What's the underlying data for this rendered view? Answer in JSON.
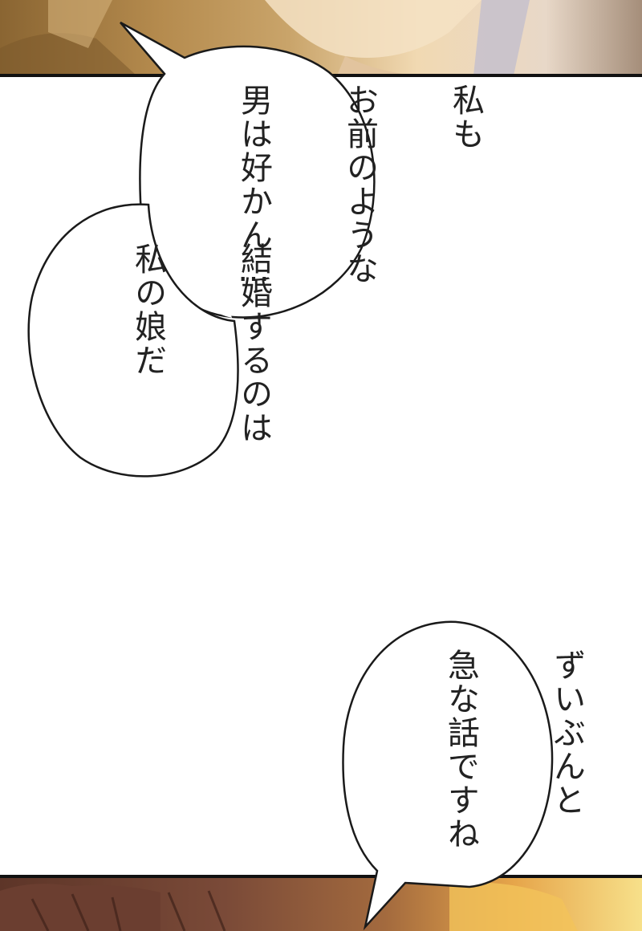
{
  "colors": {
    "panel_border": "#111111",
    "bubble_fill": "#ffffff",
    "bubble_stroke": "#1a1a1a",
    "text": "#222222",
    "top_panel_bg": "#b58b4e",
    "bottom_panel_bg": "#7a4a38",
    "bottom_panel_glow": "#f2b84a"
  },
  "bubbles": {
    "top": {
      "lines": [
        "私も",
        "お前のような",
        "男は好かん…"
      ]
    },
    "middle": {
      "lines": [
        "結婚するのは",
        "私の娘だ"
      ]
    },
    "bottom": {
      "lines": [
        "ずいぶんと",
        "急な話ですね"
      ]
    }
  }
}
